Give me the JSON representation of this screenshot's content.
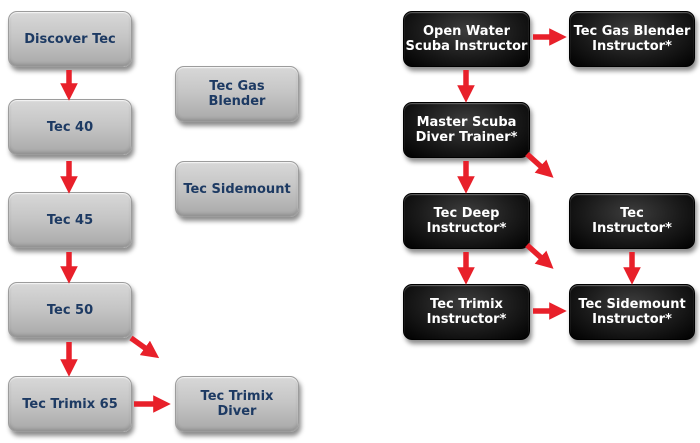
{
  "left_track": {
    "discover_tec": "Discover Tec",
    "tec_40": "Tec 40",
    "tec_45": "Tec 45",
    "tec_50": "Tec 50",
    "tec_trimix_65": "Tec Trimix 65",
    "tec_gas_blender": "Tec Gas\nBlender",
    "tec_sidemount": "Tec Sidemount",
    "tec_trimix_diver": "Tec Trimix\nDiver"
  },
  "right_track": {
    "owsi": "Open Water\nScuba Instructor",
    "tec_gas_blender_instructor": "Tec Gas Blender\nInstructor*",
    "msdt": "Master Scuba\nDiver Trainer*",
    "tec_deep_instructor": "Tec Deep\nInstructor*",
    "tec_instructor": "Tec\nInstructor*",
    "tec_trimix_instructor": "Tec Trimix\nInstructor*",
    "tec_sidemount_instructor": "Tec Sidemount\nInstructor*"
  },
  "colors": {
    "arrow": "#e8202a",
    "grey_text": "#1d3a63",
    "dark_text": "#ffffff"
  }
}
